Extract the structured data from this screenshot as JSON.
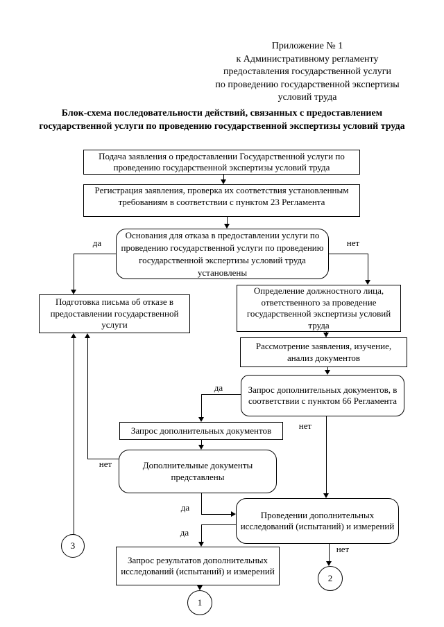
{
  "header": {
    "lines": [
      "Приложение № 1",
      "к Административному регламенту",
      "предоставления государственной услуги",
      "по проведению государственной экспертизы",
      "условий труда"
    ]
  },
  "title": "Блок-схема последовательности действий, связанных с предоставлением государственной услуги по проведению государственной экспертизы условий труда",
  "nodes": {
    "submit": "Подача заявления о предоставлении Государственной услуги по проведению государственной экспертизы условий труда",
    "register": "Регистрация заявления, проверка их соответствия установленным требованиям в соответствии с пунктом 23 Регламента",
    "refusal_grounds": "Основания для отказа в предоставлении услуги по проведению государственной услуги по проведению государственной экспертизы условий труда установлены",
    "prepare_refusal_letter": "Подготовка письма об отказе в предоставлении государственной услуги",
    "assign_official": "Определение должностного лица, ответственного за проведение государственной экспертизы условий труда",
    "review_application": "Рассмотрение заявления, изучение, анализ документов",
    "request_docs_p66": "Запрос дополнительных документов, в соответствии с пунктом 66 Регламента",
    "request_docs": "Запрос дополнительных документов",
    "docs_provided": "Дополнительные документы представлены",
    "additional_research": "Проведении дополнительных исследований (испытаний)  и измерений",
    "request_results": "Запрос результатов дополнительных исследований (испытаний)  и измерений"
  },
  "edge_labels": {
    "yes": "да",
    "no": "нет"
  },
  "connectors": {
    "one": "1",
    "two": "2",
    "three": "3"
  }
}
